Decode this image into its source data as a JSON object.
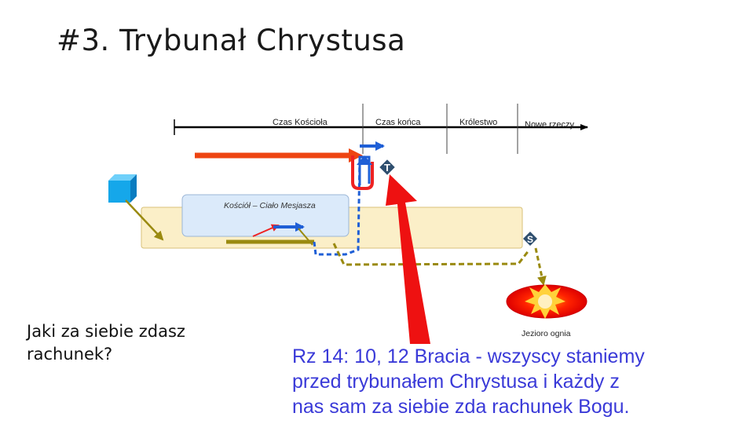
{
  "slide": {
    "title": "#3. Trybunał Chrystusa",
    "question_lines": [
      "Jaki za siebie zdasz",
      "rachunek?"
    ],
    "verse_lines": [
      "Rz 14: 10, 12 Bracia - wszyscy staniemy",
      "przed trybunałem Chrystusa i każdy z",
      "nas sam za siebie zda rachunek Bogu."
    ]
  },
  "timeline": {
    "segments": [
      "Czas Kościoła",
      "Czas końca",
      "Królestwo",
      "Nowe rzeczy"
    ]
  },
  "diagram": {
    "church_label": "Kościół – Ciało Mesjasza",
    "marker_t": "T",
    "marker_s": "S",
    "lake_label": "Jezioro ognia"
  },
  "colors": {
    "title": "#1a1a1a",
    "verse": "#3a3ad8",
    "red_arrow": "#ee1111",
    "orange_arrow": "#ee4411",
    "blue_arrow": "#1f5fd6",
    "olive_path": "#9a8a10",
    "church_band": "#fbefc8",
    "church_box": "#dbeafa",
    "marker_fill": "#2f4f6f",
    "lake": "#e80000"
  }
}
